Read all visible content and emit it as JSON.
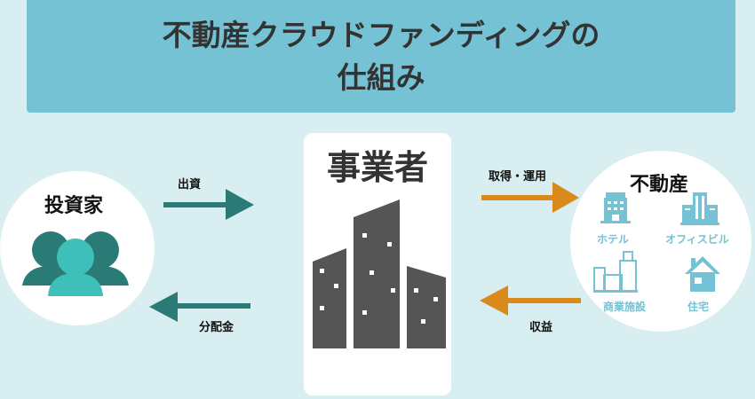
{
  "title": {
    "line1": "不動産クラウドファンディングの",
    "line2": "仕組み"
  },
  "investor": {
    "label": "投資家"
  },
  "operator": {
    "label": "事業者"
  },
  "real_estate": {
    "label": "不動産",
    "types": [
      "ホテル",
      "オフィスビル",
      "商業施設",
      "住宅"
    ]
  },
  "flows": {
    "invest": "出資",
    "distribution": "分配金",
    "acquire": "取得・運用",
    "revenue": "収益"
  },
  "colors": {
    "teal": "#2a7a76",
    "orange": "#d98a1a",
    "icon": "#74c2d4"
  }
}
